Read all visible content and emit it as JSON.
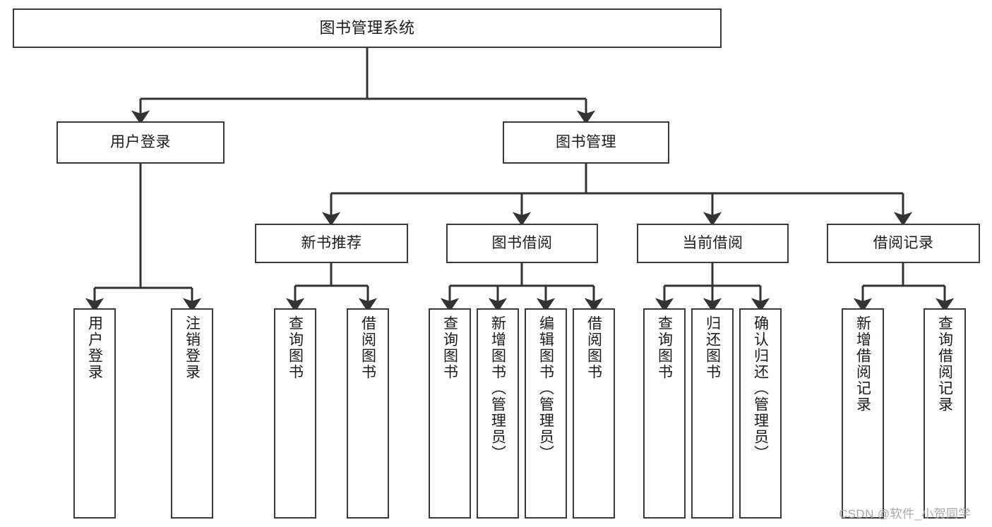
{
  "diagram": {
    "title": "图书管理系统",
    "type": "tree",
    "orientation": "top-down",
    "colors": {
      "background": "#ffffff",
      "box_border": "#3a3a3a",
      "box_fill": "#ffffff",
      "edge": "#333333",
      "text": "#1b1b1b",
      "watermark": "#a8a8a8"
    },
    "nodes": {
      "root": {
        "label": "图书管理系统"
      },
      "level2": [
        {
          "label": "用户登录"
        },
        {
          "label": "图书管理"
        }
      ],
      "level3": [
        {
          "label": "新书推荐"
        },
        {
          "label": "图书借阅"
        },
        {
          "label": "当前借阅"
        },
        {
          "label": "借阅记录"
        }
      ],
      "leaves": {
        "user_login": [
          {
            "label": "用户登录"
          },
          {
            "label": "注销登录"
          }
        ],
        "new_book": [
          {
            "label": "查询图书"
          },
          {
            "label": "借阅图书"
          }
        ],
        "book_borrow": [
          {
            "label": "查询图书"
          },
          {
            "label": "新增图书（管理员）"
          },
          {
            "label": "编辑图书（管理员）"
          },
          {
            "label": "借阅图书"
          }
        ],
        "current_borrow": [
          {
            "label": "查询图书"
          },
          {
            "label": "归还图书"
          },
          {
            "label": "确认归还（管理员）"
          }
        ],
        "borrow_record": [
          {
            "label": "新增借阅记录"
          },
          {
            "label": "查询借阅记录"
          }
        ]
      }
    },
    "watermark": "CSDN @软件_小贺同学"
  }
}
